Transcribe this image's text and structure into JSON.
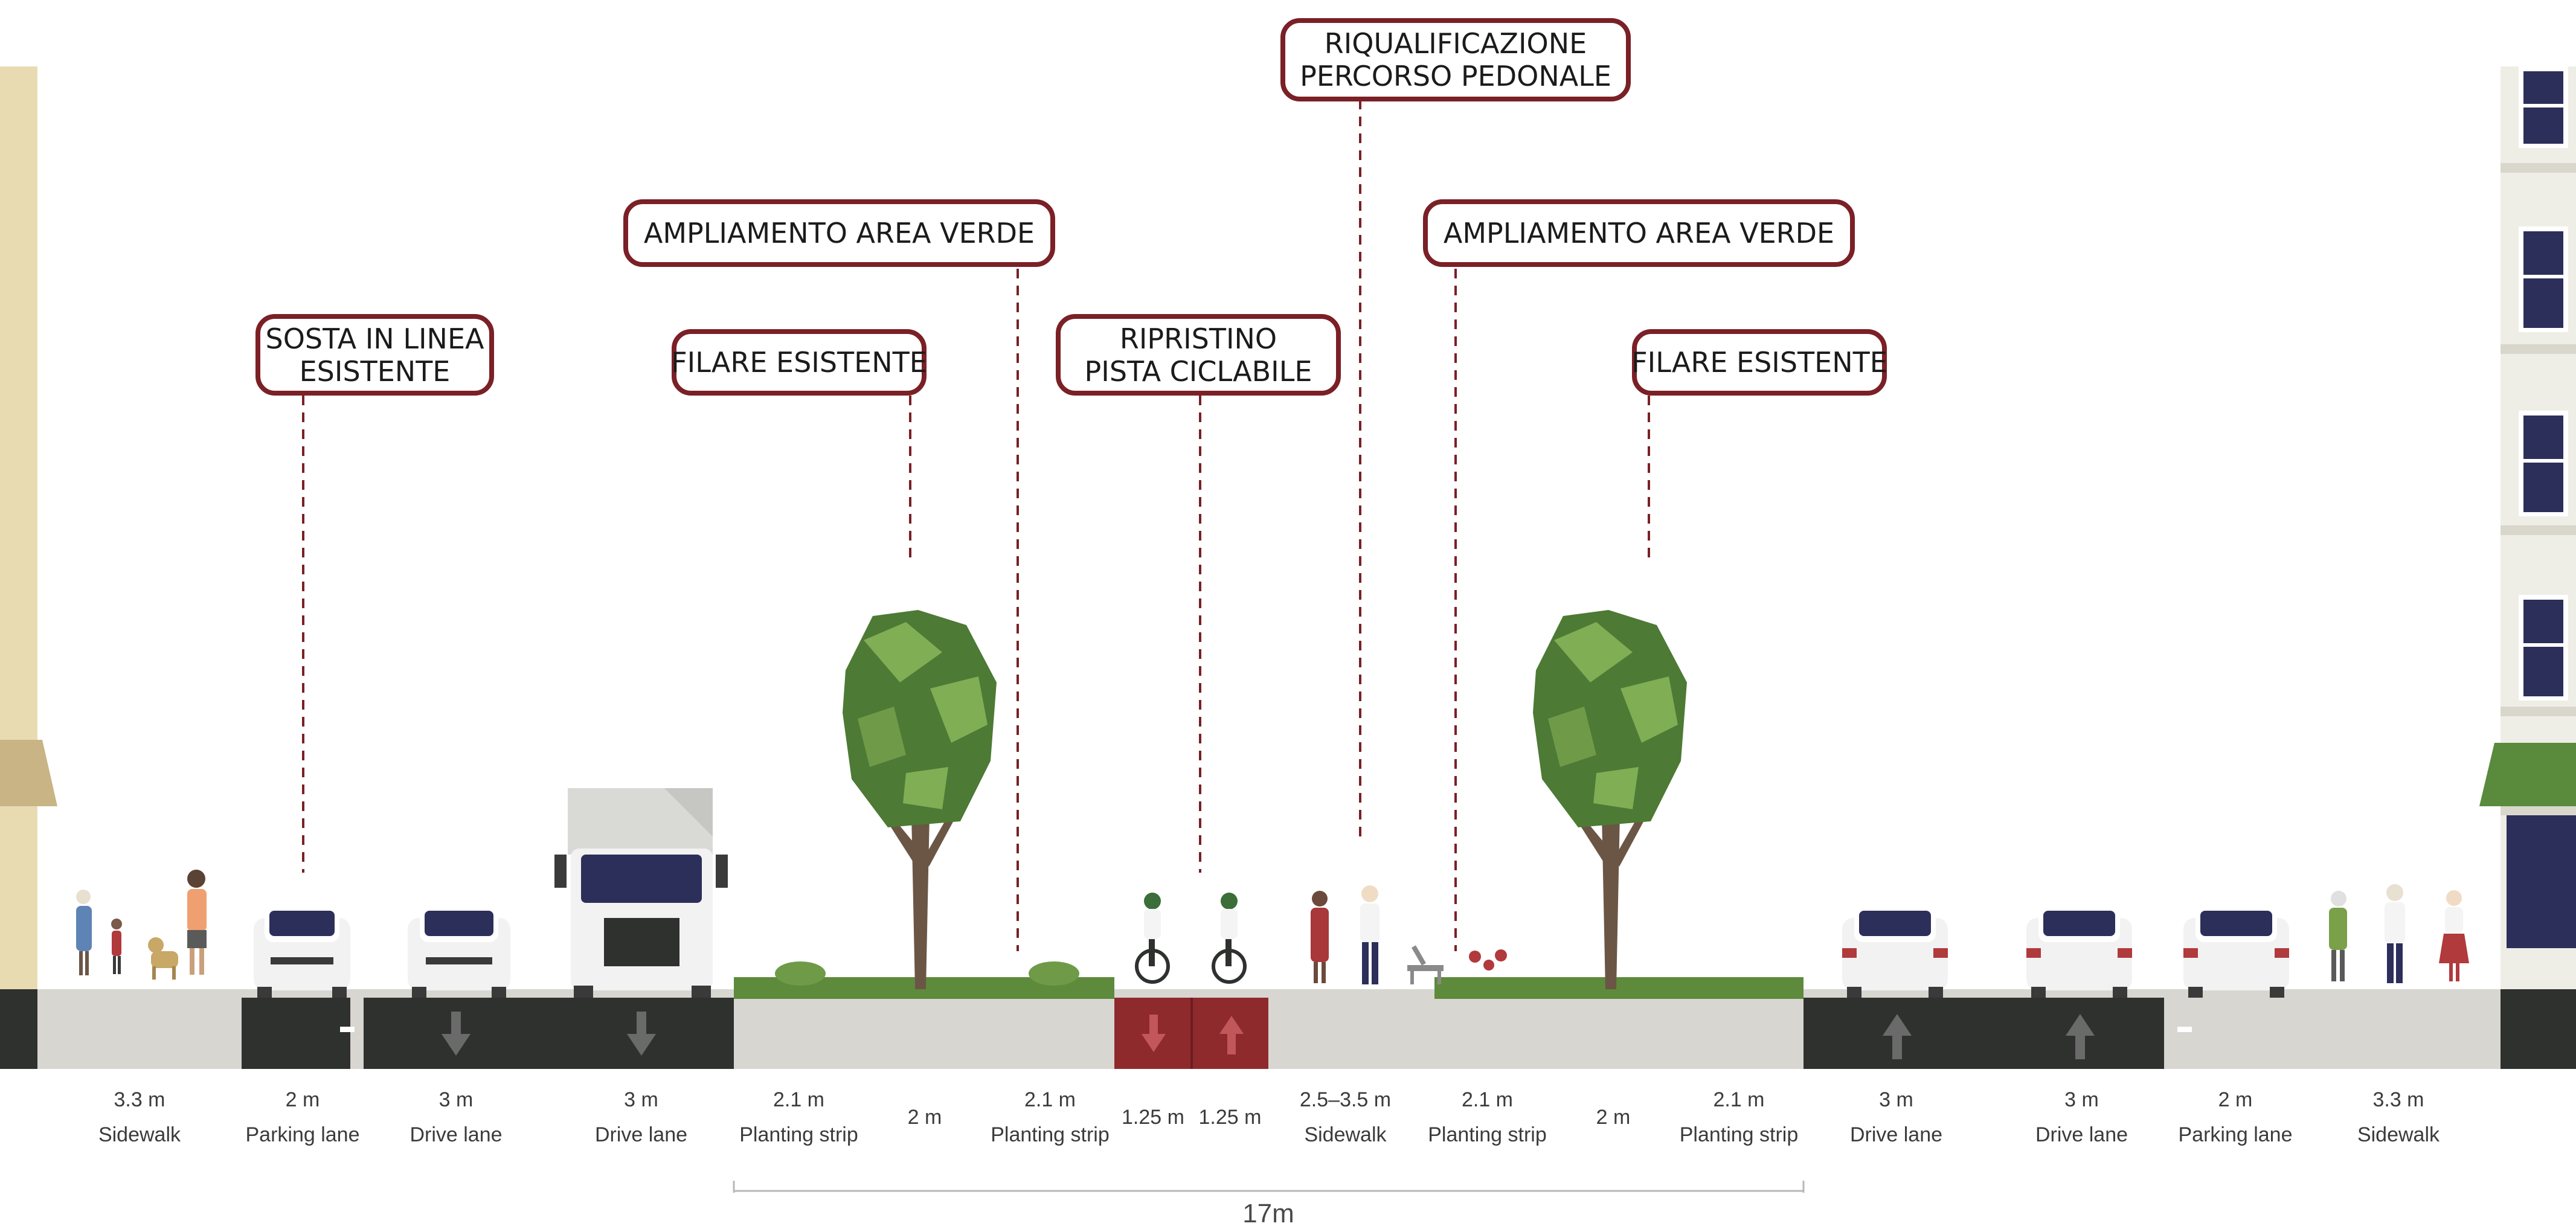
{
  "callouts": [
    {
      "lines": [
        "RIQUALIFICAZIONE",
        "PERCORSO PEDONALE"
      ]
    },
    {
      "lines": [
        "AMPLIAMENTO AREA VERDE"
      ]
    },
    {
      "lines": [
        "AMPLIAMENTO AREA VERDE"
      ]
    },
    {
      "lines": [
        "SOSTA IN LINEA",
        "ESISTENTE"
      ]
    },
    {
      "lines": [
        "FILARE ESISTENTE"
      ]
    },
    {
      "lines": [
        "RIPRISTINO",
        "PISTA CICLABILE"
      ]
    },
    {
      "lines": [
        "FILARE ESISTENTE"
      ]
    }
  ],
  "segments": [
    {
      "width": "3.3 m",
      "label": "Sidewalk"
    },
    {
      "width": "2 m",
      "label": "Parking lane"
    },
    {
      "width": "3 m",
      "label": "Drive lane"
    },
    {
      "width": "3 m",
      "label": "Drive lane"
    },
    {
      "width": "2.1 m",
      "label": "Planting strip"
    },
    {
      "width": "2 m",
      "label": ""
    },
    {
      "width": "2.1 m",
      "label": "Planting strip"
    },
    {
      "width": "1.25 m",
      "label": ""
    },
    {
      "width": "1.25 m",
      "label": ""
    },
    {
      "width": "2.5–3.5 m",
      "label": "Sidewalk"
    },
    {
      "width": "2.1 m",
      "label": "Planting strip"
    },
    {
      "width": "2 m",
      "label": ""
    },
    {
      "width": "2.1 m",
      "label": "Planting strip"
    },
    {
      "width": "3 m",
      "label": "Drive lane"
    },
    {
      "width": "3 m",
      "label": "Drive lane"
    },
    {
      "width": "2 m",
      "label": "Parking lane"
    },
    {
      "width": "3.3 m",
      "label": "Sidewalk"
    }
  ],
  "total_dimension": "17m",
  "colors": {
    "callout_border": "#7a2026",
    "bike_lane": "#8f2a2c",
    "asphalt": "#2f312f",
    "sidewalk": "#d8d6d1",
    "grass": "#5e8a3c",
    "tree_dark": "#4d7a34",
    "tree_light": "#7fae54",
    "building_left": "#e9dbb1",
    "building_right": "#eeede6",
    "window": "#2c2f5a",
    "awning": "#5a8a3c"
  },
  "icons": [
    "down-arrow-icon",
    "up-arrow-icon",
    "car-icon",
    "truck-icon",
    "tree-icon",
    "cyclist-icon",
    "pedestrian-icon",
    "dog-icon",
    "bench-icon",
    "flower-icon"
  ]
}
